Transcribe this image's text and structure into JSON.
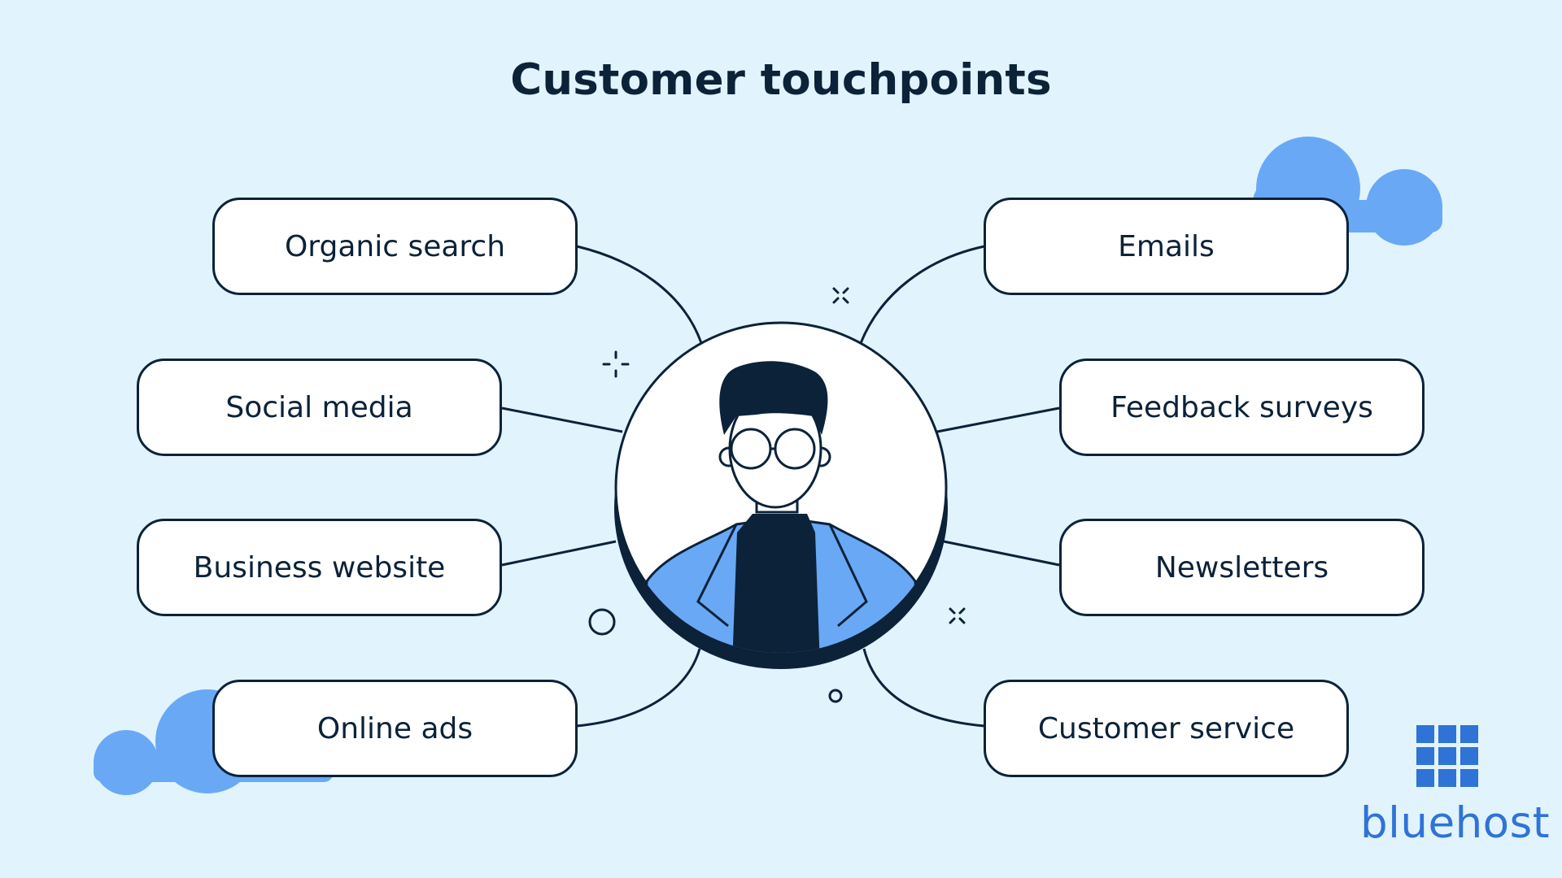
{
  "title": "Customer touchpoints",
  "colors": {
    "background": "#e1f3fc",
    "ink": "#0b2239",
    "accent_blue": "#69a8f5",
    "brand_blue": "#2f73d6"
  },
  "center": {
    "icon": "person-avatar-icon"
  },
  "touchpoints": {
    "left": [
      {
        "label": "Organic search"
      },
      {
        "label": "Social media"
      },
      {
        "label": "Business website"
      },
      {
        "label": "Online ads"
      }
    ],
    "right": [
      {
        "label": "Emails"
      },
      {
        "label": "Feedback surveys"
      },
      {
        "label": "Newsletters"
      },
      {
        "label": "Customer service"
      }
    ]
  },
  "brand": {
    "name": "bluehost",
    "icon": "grid-logo-icon"
  }
}
